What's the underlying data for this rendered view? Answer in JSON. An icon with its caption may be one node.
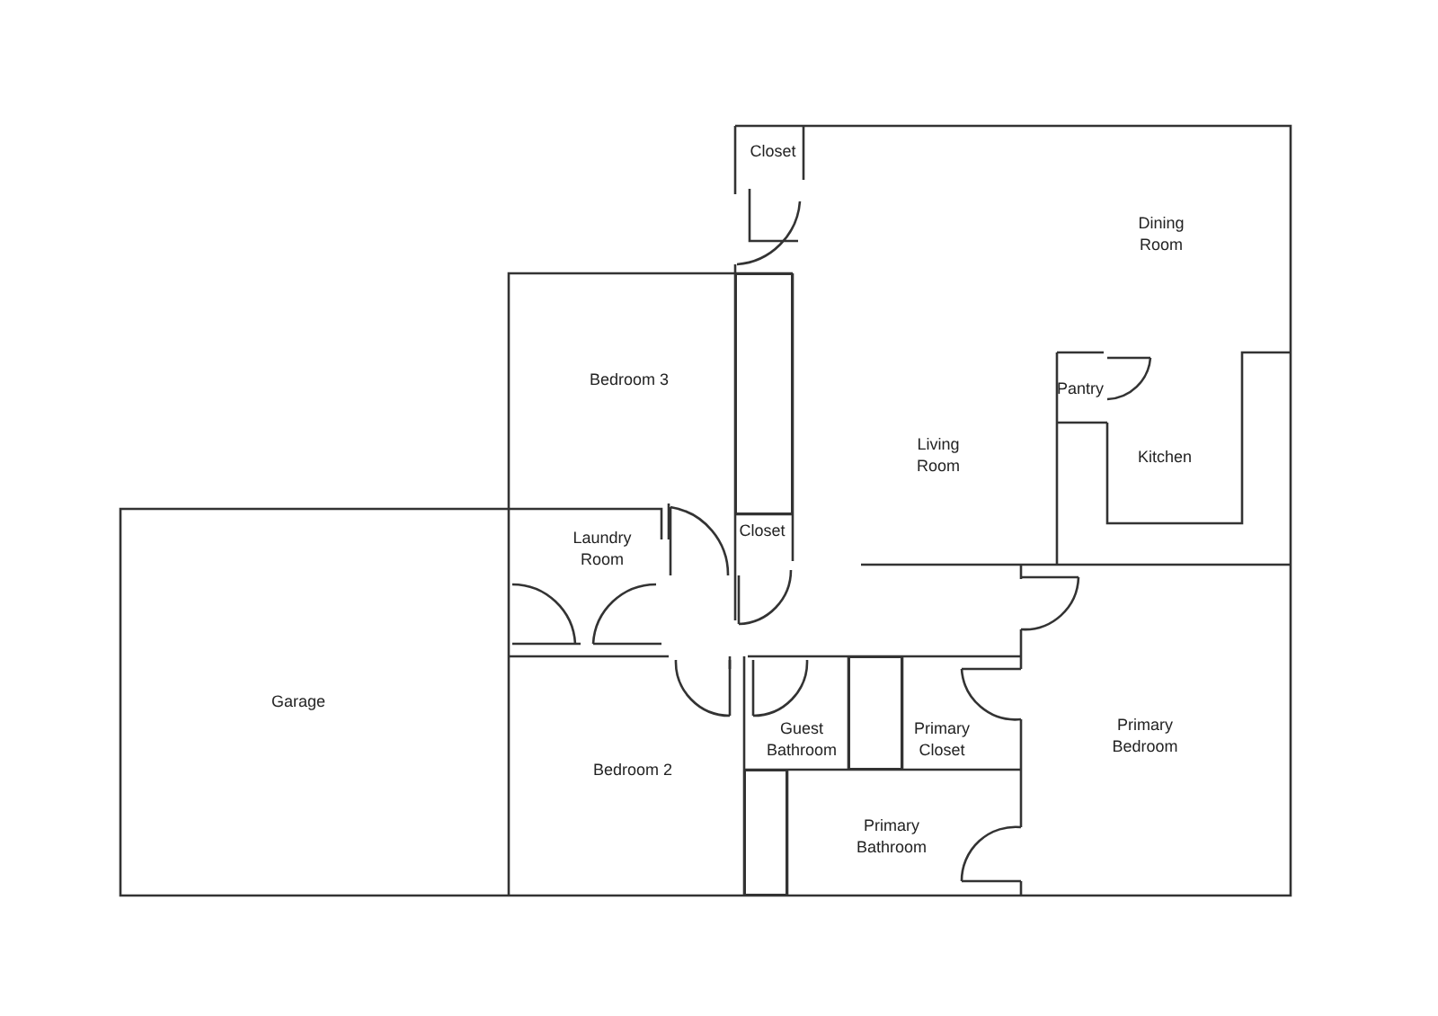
{
  "diagram": {
    "nodes": [
      {
        "text": [
          "Closet"
        ]
      },
      {
        "text": [
          "Dining Room"
        ]
      },
      {
        "text": [
          "Bedroom 3"
        ]
      },
      {
        "text": [],
        "shape": "box"
      },
      {
        "text": [
          "Pantry"
        ]
      },
      {
        "text": [
          "Kitchen"
        ]
      },
      {
        "text": [
          "Living Room"
        ]
      },
      {
        "text": [
          "Laundry Room"
        ]
      },
      {
        "text": [
          "Closet"
        ]
      },
      {
        "text": [
          "Garage"
        ]
      },
      {
        "text": [
          "Guest Bathroom"
        ]
      },
      {
        "text": [],
        "shape": "box"
      },
      {
        "text": [
          "Primary Closet"
        ]
      },
      {
        "text": [
          "Primary Bedroom"
        ]
      },
      {
        "text": [
          "Bedroom 2"
        ]
      },
      {
        "text": [],
        "shape": "box"
      },
      {
        "text": [
          "Primary Bathroom"
        ]
      }
    ]
  }
}
